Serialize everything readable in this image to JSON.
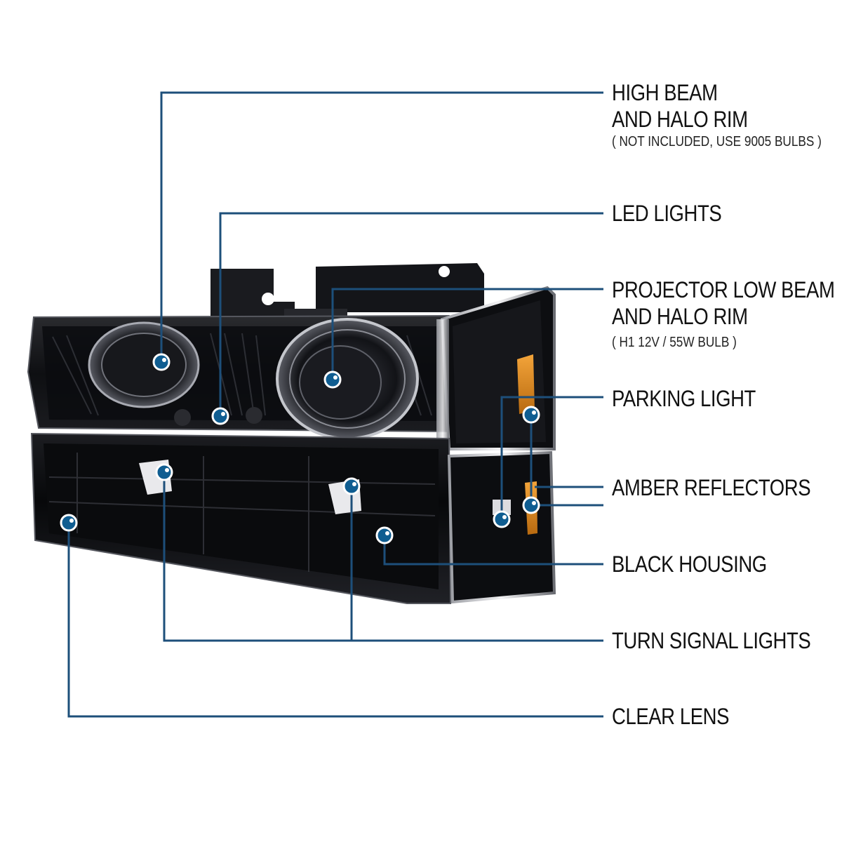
{
  "callouts": {
    "high_beam": {
      "line1": "HIGH BEAM",
      "line2": "AND HALO RIM",
      "note": "( NOT INCLUDED, USE 9005 BULBS )"
    },
    "led": {
      "line1": "LED LIGHTS"
    },
    "projector": {
      "line1": "PROJECTOR LOW BEAM",
      "line2": "AND HALO RIM",
      "note": "( H1  12V / 55W  BULB )"
    },
    "parking": {
      "line1": "PARKING LIGHT"
    },
    "amber": {
      "line1": "AMBER REFLECTORS"
    },
    "housing": {
      "line1": "BLACK HOUSING"
    },
    "turn": {
      "line1": "TURN SIGNAL LIGHTS"
    },
    "lens": {
      "line1": "CLEAR LENS"
    }
  },
  "colors": {
    "leader_line": "#1d4f7a",
    "marker": "#0f5d91",
    "amber": "#d98a1a",
    "housing": "#0c0c0e"
  }
}
